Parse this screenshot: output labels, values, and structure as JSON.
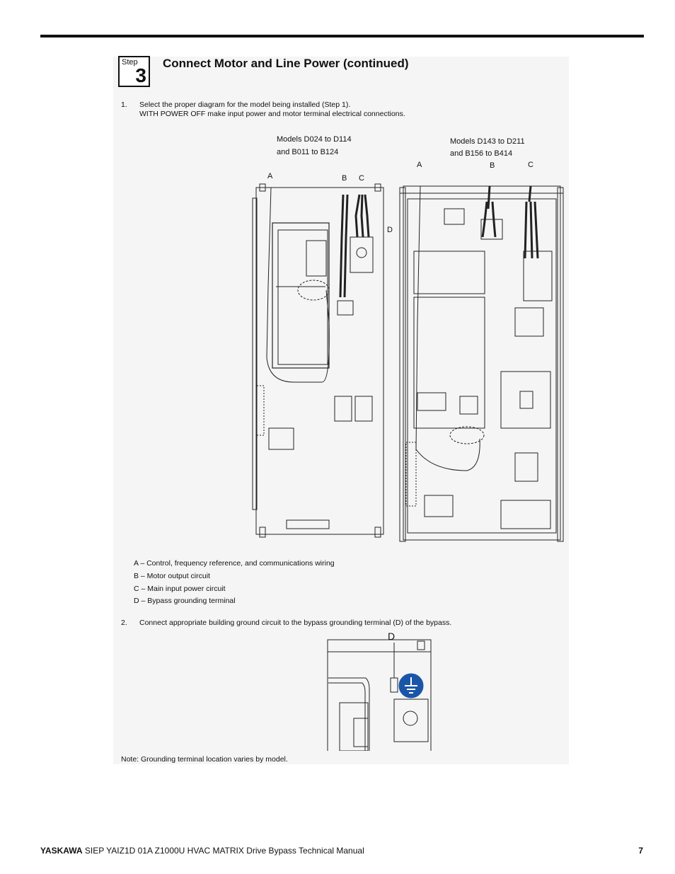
{
  "step": {
    "word": "Step",
    "number": "3"
  },
  "title": "Connect Motor and Line Power (continued)",
  "instruction1": {
    "num": "1.",
    "line1": "Select the proper diagram for the model being installed (Step 1).",
    "line2": "WITH POWER OFF make input power and motor terminal electrical connections."
  },
  "diagram_left": {
    "models_line1": "Models D024 to D114",
    "models_line2": "and B011 to B124",
    "labels": {
      "a": "A",
      "b": "B",
      "c": "C",
      "d": "D"
    }
  },
  "diagram_right": {
    "models_line1": "Models D143 to D211",
    "models_line2": "and B156 to B414",
    "labels": {
      "a": "A",
      "b": "B",
      "c": "C"
    }
  },
  "legend": [
    "A – Control, frequency reference, and communications wiring",
    "B – Motor output circuit",
    "C – Main input power circuit",
    "D – Bypass grounding terminal"
  ],
  "instruction2": {
    "num": "2.",
    "text": "Connect appropriate building ground circuit to the bypass grounding terminal (D) of the bypass."
  },
  "ground_detail": {
    "label": "D"
  },
  "note": "Note: Grounding terminal location varies by model.",
  "footer": {
    "brand": "YASKAWA",
    "doc": " SIEP YAIZ1D 01A Z1000U HVAC MATRIX Drive Bypass Technical Manual",
    "page": "7"
  }
}
